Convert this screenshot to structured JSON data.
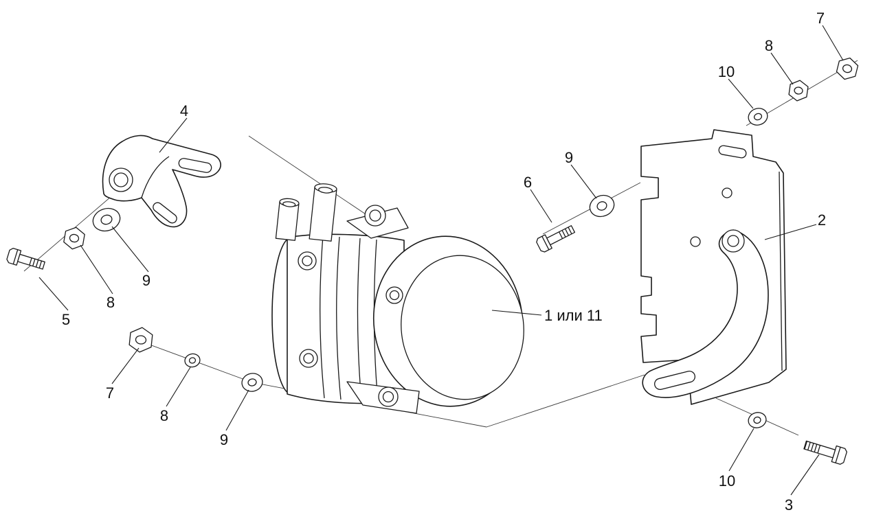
{
  "page": {
    "background_color": "#ffffff",
    "line_color": "#1a1a1a"
  },
  "diagram": {
    "labels": [
      {
        "text": "4"
      },
      {
        "text": "5"
      },
      {
        "text": "8"
      },
      {
        "text": "9"
      },
      {
        "text": "7"
      },
      {
        "text": "8"
      },
      {
        "text": "9"
      },
      {
        "text": "1 или 11"
      },
      {
        "text": "6"
      },
      {
        "text": "9"
      },
      {
        "text": "10"
      },
      {
        "text": "8"
      },
      {
        "text": "7"
      },
      {
        "text": "2"
      },
      {
        "text": "10"
      },
      {
        "text": "3"
      }
    ]
  }
}
